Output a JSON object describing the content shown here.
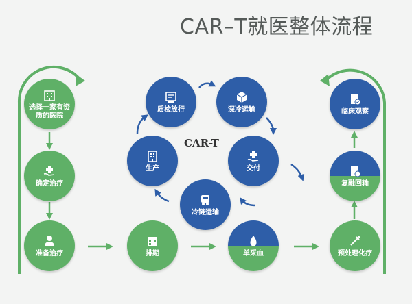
{
  "title": "CAR–T就医整体流程",
  "center": "CAR-T",
  "nodes": {
    "select_hospital": "选择一家有资质的医院",
    "confirm_treatment": "确定治疗",
    "prepare_treatment": "准备治疗",
    "schedule": "排期",
    "collect_blood": "单采血",
    "pretreat": "预处理化疗",
    "reinfuse": "复融回输",
    "clinical_obs": "临床观察",
    "qc_release": "质检放行",
    "cryo_transport": "深冷运输",
    "deliver": "交付",
    "cold_chain": "冷链运输",
    "produce": "生产"
  },
  "colors": {
    "green": "#5fb067",
    "blue": "#2e5ea8",
    "arrow_green": "#5fb067",
    "arrow_blue": "#2e5ea8"
  }
}
